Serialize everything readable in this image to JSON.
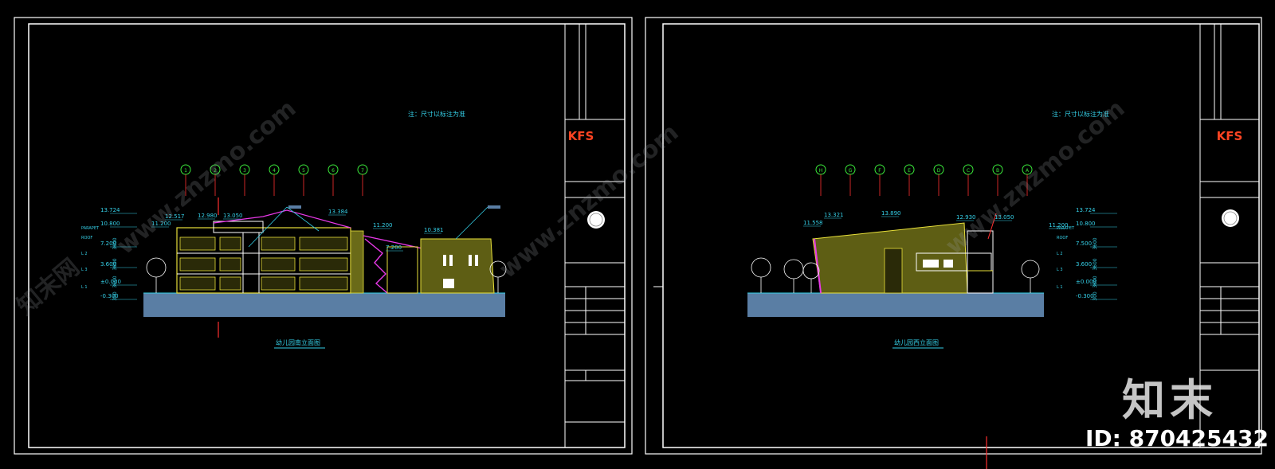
{
  "sheets": [
    {
      "note": "注：尺寸以标注为准",
      "logo": "KFS",
      "title": "幼儿园南立面图",
      "axes": [
        "1",
        "2",
        "3",
        "4",
        "5",
        "6",
        "7"
      ],
      "dims_left": [
        "13.724",
        "10.800",
        "7.200",
        "3.600",
        "±0.000",
        "-0.300"
      ],
      "floor_labels": [
        "PARAPET",
        "ROOF",
        "L 3",
        "L 2",
        "L 1"
      ],
      "spans": [
        "3600",
        "3600",
        "3600",
        "300"
      ],
      "elevs": [
        "11.200",
        "12.517",
        "12.980",
        "13.050",
        "13.384",
        "11.200",
        "7.200",
        "10.381"
      ]
    },
    {
      "note": "注：尺寸以标注为准",
      "logo": "KFS",
      "title": "幼儿园西立面图",
      "axes": [
        "H",
        "G",
        "F",
        "E",
        "D",
        "C",
        "B",
        "A"
      ],
      "dims_right": [
        "13.724",
        "10.800",
        "7.500",
        "3.600",
        "±0.000",
        "-0.300"
      ],
      "floor_labels": [
        "PARAPET",
        "ROOF",
        "L 3",
        "L 2",
        "L 1"
      ],
      "spans": [
        "3600",
        "3600",
        "3600",
        "300"
      ],
      "elevs": [
        "11.200",
        "11.558",
        "13.321",
        "13.890",
        "12.930",
        "13.050"
      ]
    }
  ],
  "watermark": {
    "brand": "知末",
    "id": "ID: 870425432",
    "site": "www.znzmo.com",
    "site_cn": "知末网"
  },
  "colors": {
    "frame": "#ffffff",
    "cad_cyan": "#35d0e8",
    "cad_yellow": "#e8e03a",
    "cad_magenta": "#e838e8",
    "cad_green": "#3ae83a",
    "cad_red": "#ff3030",
    "ground_fill": "#5a7ea4",
    "logo_red": "#ff4422"
  }
}
